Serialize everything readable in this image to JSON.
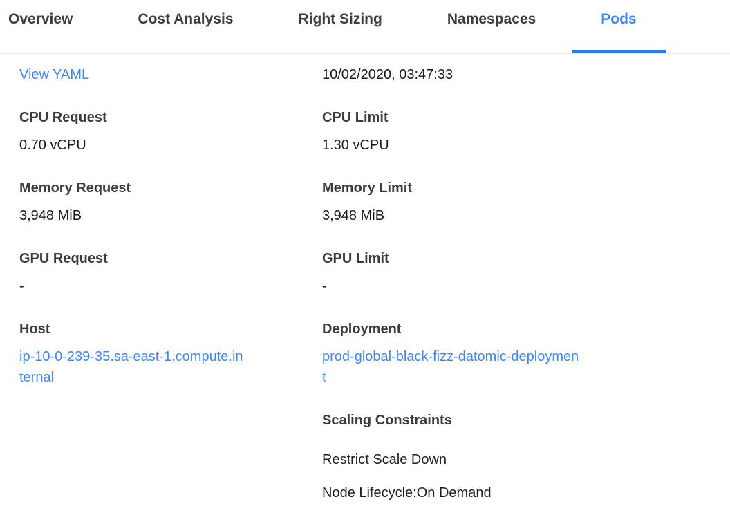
{
  "tabs": {
    "items": [
      {
        "label": "Overview",
        "active": false
      },
      {
        "label": "Cost Analysis",
        "active": false
      },
      {
        "label": "Right Sizing",
        "active": false
      },
      {
        "label": "Namespaces",
        "active": false
      },
      {
        "label": "Pods",
        "active": true
      }
    ]
  },
  "details": {
    "view_yaml_label": "View YAML",
    "timestamp": "10/02/2020, 03:47:33",
    "fields": {
      "cpu_request": {
        "label": "CPU Request",
        "value": "0.70 vCPU"
      },
      "cpu_limit": {
        "label": "CPU Limit",
        "value": "1.30 vCPU"
      },
      "memory_request": {
        "label": "Memory Request",
        "value": "3,948 MiB"
      },
      "memory_limit": {
        "label": "Memory Limit",
        "value": "3,948 MiB"
      },
      "gpu_request": {
        "label": "GPU Request",
        "value": "-"
      },
      "gpu_limit": {
        "label": "GPU Limit",
        "value": "-"
      },
      "host": {
        "label": "Host",
        "value": "ip-10-0-239-35.sa-east-1.compute.internal"
      },
      "deployment": {
        "label": "Deployment",
        "value": "prod-global-black-fizz-datomic-deployment"
      }
    },
    "scaling": {
      "heading": "Scaling Constraints",
      "items": [
        "Restrict Scale Down",
        "Node Lifecycle:On Demand"
      ]
    }
  },
  "colors": {
    "accent_blue": "#3d87f5",
    "active_tab_underline": "#2e79ef",
    "tab_text": "#3d3d3d",
    "label_text": "#3c3c3c",
    "value_text": "#1a1a1a",
    "divider": "#ececec"
  }
}
